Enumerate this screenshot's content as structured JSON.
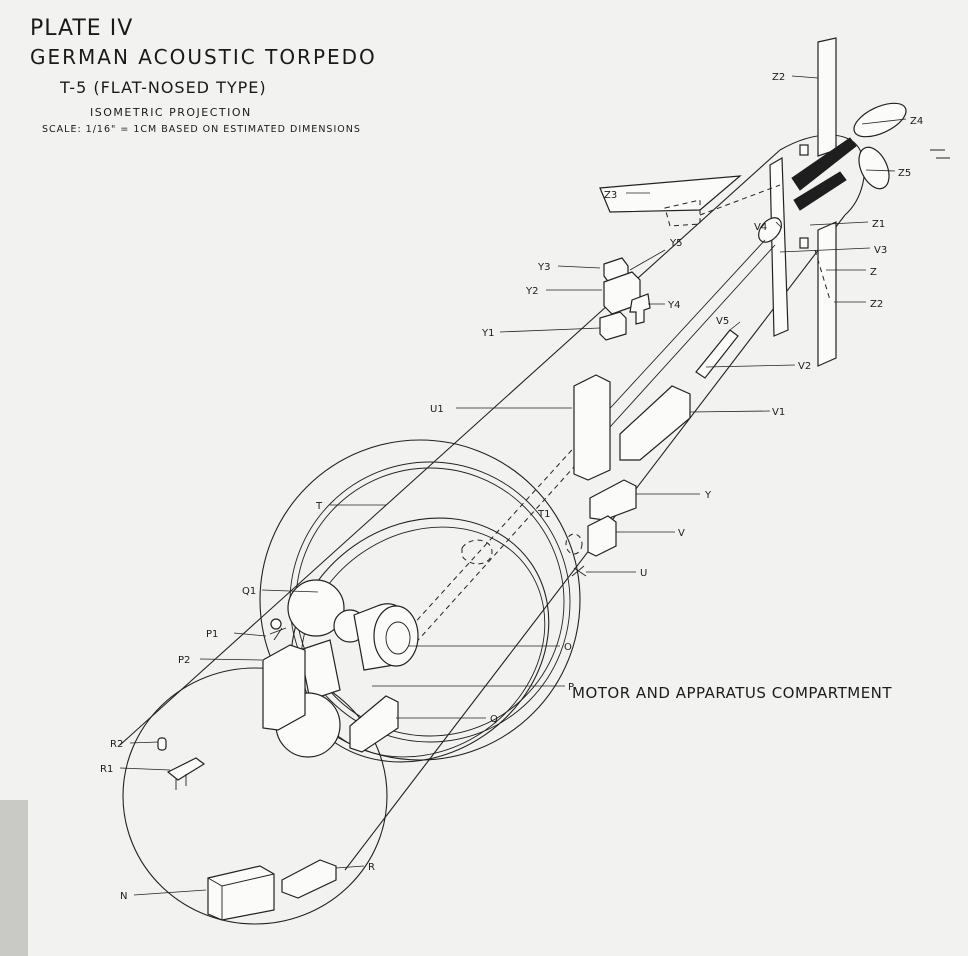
{
  "title": {
    "plate": "PLATE IV",
    "main": "GERMAN ACOUSTIC TORPEDO",
    "type": "T-5 (FLAT-NOSED TYPE)",
    "projection": "ISOMETRIC PROJECTION",
    "scale": "SCALE: 1/16\" = 1CM BASED ON ESTIMATED DIMENSIONS"
  },
  "compartment_label": "MOTOR AND APPARATUS COMPARTMENT",
  "labels": {
    "Z2_top": "Z2",
    "Z4": "Z4",
    "Z5": "Z5",
    "Z3": "Z3",
    "Z1": "Z1",
    "V4": "V4",
    "V3": "V3",
    "Y5": "Y5",
    "Z": "Z",
    "Y3": "Y3",
    "Y2": "Y2",
    "Y4": "Y4",
    "Z2_bottom": "Z2",
    "Y1": "Y1",
    "V5": "V5",
    "V2": "V2",
    "U1": "U1",
    "V1": "V1",
    "Y": "Y",
    "T": "T",
    "T1": "T1",
    "V": "V",
    "U": "U",
    "Q1": "Q1",
    "P1": "P1",
    "O": "O",
    "P2": "P2",
    "P": "P",
    "Q": "Q",
    "R2": "R2",
    "R1": "R1",
    "R": "R",
    "N": "N"
  }
}
